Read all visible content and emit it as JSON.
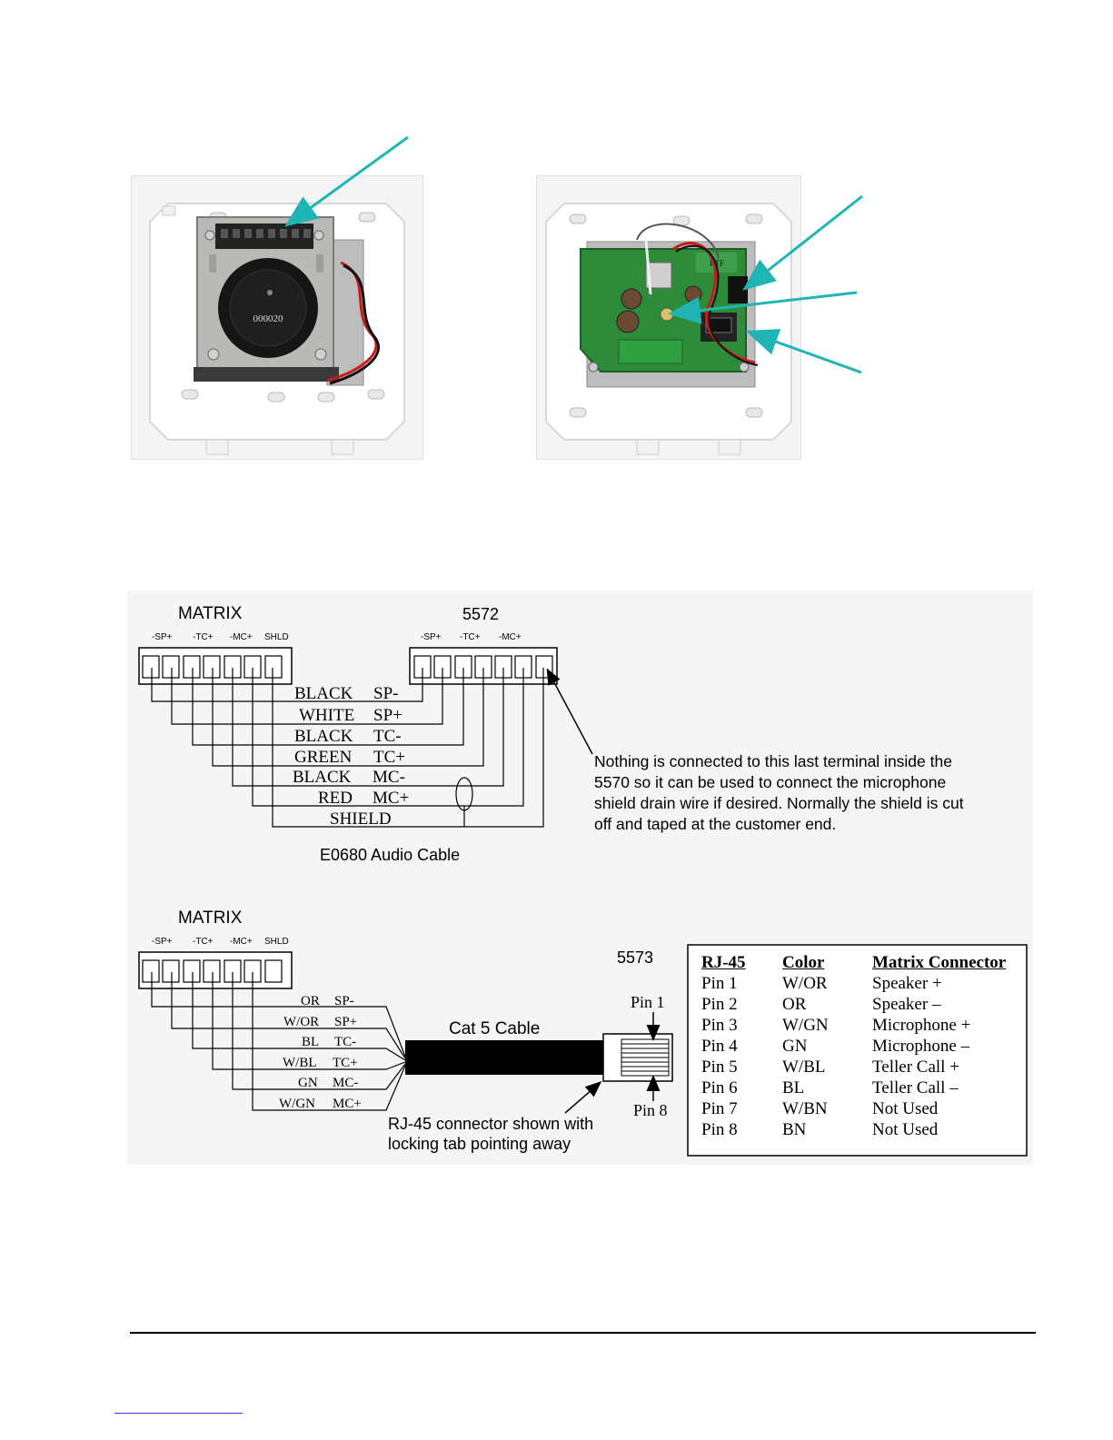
{
  "top_photos": {
    "left_photo": {
      "counter_digits": "000020"
    },
    "right_photo": {
      "board_label": "RTF"
    }
  },
  "diagram1": {
    "matrix_title": "MATRIX",
    "matrix_headers": [
      "-SP+",
      "-TC+",
      "-MC+",
      "SHLD"
    ],
    "device_title": "5572",
    "device_headers": [
      "-SP+",
      "-TC+",
      "-MC+"
    ],
    "wires": [
      {
        "color": "BLACK",
        "signal": "SP-"
      },
      {
        "color": "WHITE",
        "signal": "SP+"
      },
      {
        "color": "BLACK",
        "signal": "TC-"
      },
      {
        "color": "GREEN",
        "signal": "TC+"
      },
      {
        "color": "BLACK",
        "signal": "MC-"
      },
      {
        "color": "RED",
        "signal": "MC+"
      },
      {
        "color": "SHIELD",
        "signal": ""
      }
    ],
    "note_lines": [
      "Nothing is connected to this last terminal inside the",
      "5570 so it can be used to connect the microphone",
      "shield drain wire if desired. Normally the shield is cut",
      "off and taped at the customer end."
    ],
    "cable_caption": "E0680 Audio Cable"
  },
  "diagram2": {
    "matrix_title": "MATRIX",
    "matrix_headers": [
      "-SP+",
      "-TC+",
      "-MC+",
      "SHLD"
    ],
    "device_title": "5573",
    "wires": [
      {
        "color": "OR",
        "signal": "SP-"
      },
      {
        "color": "W/OR",
        "signal": "SP+"
      },
      {
        "color": "BL",
        "signal": "TC-"
      },
      {
        "color": "W/BL",
        "signal": "TC+"
      },
      {
        "color": "GN",
        "signal": "MC-"
      },
      {
        "color": "W/GN",
        "signal": "MC+"
      }
    ],
    "cable_label": "Cat 5 Cable",
    "pin1_label": "Pin 1",
    "pin8_label": "Pin 8",
    "connector_caption": [
      "RJ-45 connector shown with",
      "locking tab pointing away"
    ],
    "pin_table": {
      "headers": [
        "RJ-45",
        "Color",
        "Matrix Connector"
      ],
      "rows": [
        [
          "Pin 1",
          "W/OR",
          "Speaker +"
        ],
        [
          "Pin 2",
          "OR",
          "Speaker –"
        ],
        [
          "Pin 3",
          "W/GN",
          "Microphone +"
        ],
        [
          "Pin 4",
          "GN",
          "Microphone –"
        ],
        [
          "Pin 5",
          "W/BL",
          "Teller Call +"
        ],
        [
          "Pin 6",
          "BL",
          "Teller Call –"
        ],
        [
          "Pin 7",
          "W/BN",
          "Not Used"
        ],
        [
          "Pin 8",
          "BN",
          "Not Used"
        ]
      ]
    }
  },
  "colors": {
    "pointer_arrow": "#1fb5b5",
    "pcb_green": "#2e8b3a",
    "link_underline": "#3a3aff"
  }
}
